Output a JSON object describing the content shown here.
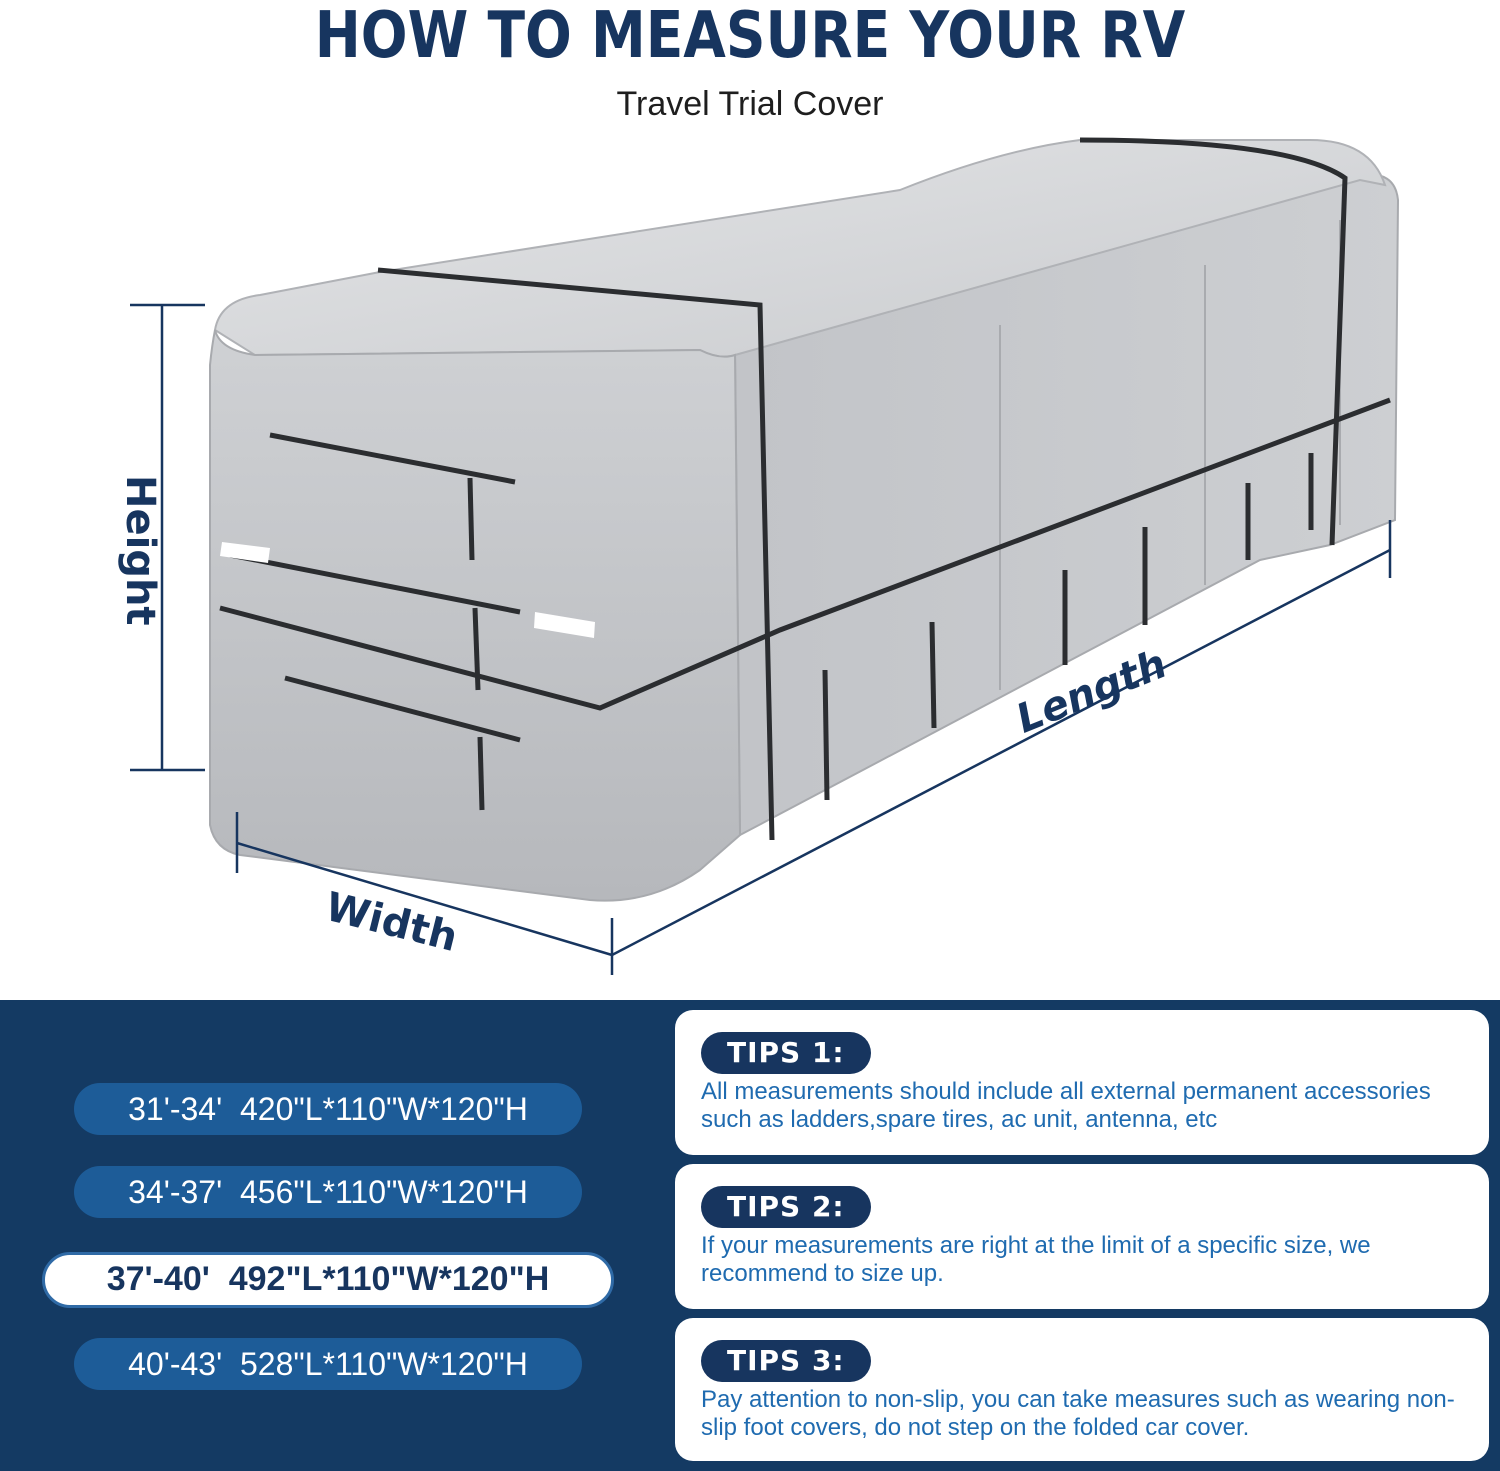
{
  "header": {
    "title": "HOW TO MEASURE YOUR RV",
    "subtitle": "Travel Trial Cover"
  },
  "dimensions": {
    "height_label": "Height",
    "width_label": "Width",
    "length_label": "Length"
  },
  "sizes": [
    {
      "label": "31'-34'  420\"L*110\"W*120\"H",
      "selected": false
    },
    {
      "label": "34'-37'  456\"L*110\"W*120\"H",
      "selected": false
    },
    {
      "label": "37'-40'  492\"L*110\"W*120\"H",
      "selected": true
    },
    {
      "label": "40'-43'  528\"L*110\"W*120\"H",
      "selected": false
    }
  ],
  "tips": [
    {
      "badge": "TIPS 1:",
      "text": "All measurements should include all external permanent accessories such as ladders,spare tires, ac unit, antenna, etc"
    },
    {
      "badge": "TIPS 2:",
      "text": "If your measurements are right at the limit of a specific size, we recommend to size up."
    },
    {
      "badge": "TIPS 3:",
      "text": "Pay attention to non-slip, you can take measures such as wearing non-slip foot covers, do not step on the folded car cover."
    }
  ],
  "colors": {
    "navy": "#17355f",
    "panel": "#143a63",
    "pill": "#1d5c98",
    "tip_text": "#1f6bb0",
    "cover_gray": "#c4c6ca"
  }
}
